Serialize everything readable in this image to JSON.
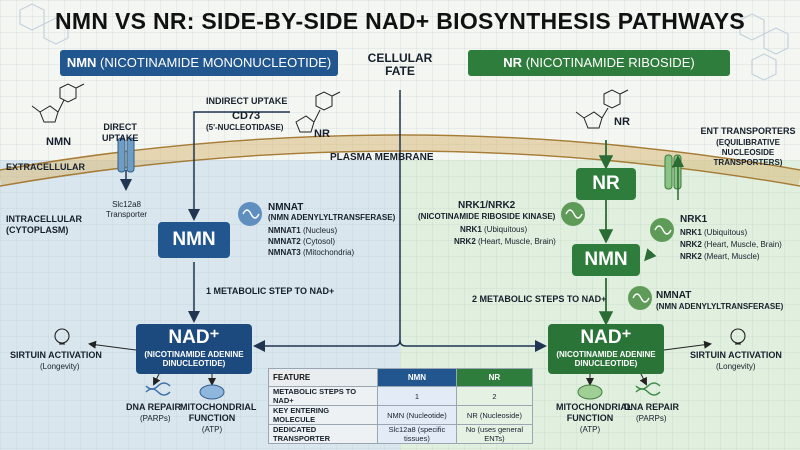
{
  "title": "NMN VS NR: SIDE-BY-SIDE NAD+ BIOSYNTHESIS PATHWAYS",
  "left_header": {
    "abbr": "NMN",
    "full": "(NICOTINAMIDE MONONUCLEOTIDE)"
  },
  "right_header": {
    "abbr": "NR",
    "full": "(NICOTINAMIDE RIBOSIDE)"
  },
  "center_label": "CELLULAR\nFATE",
  "membrane_label": "PLASMA MEMBRANE",
  "extracellular_label": "EXTRACELLULAR",
  "intracellular_label": "INTRACELLULAR\n(CYTOPLASM)",
  "nmn_molecule_label": "NMN",
  "nr_molecule_label_mid": "NR",
  "nr_molecule_label_right": "NR",
  "direct_uptake": "DIRECT\nUPTAKE",
  "slc_transporter": "Slc12a8\nTransporter",
  "indirect_uptake": "INDIRECT UPTAKE",
  "cd73": {
    "name": "CD73",
    "desc": "(5'-NUCLEOTIDASE)"
  },
  "ent_transporters": {
    "name": "ENT TRANSPORTERS",
    "desc": "(EQUILIBRATIVE\nNUCLEOSIDE\nTRANSPORTERS)"
  },
  "nmnat_left": {
    "name": "NMNAT",
    "desc": "(NMN ADENYLYLTRANSFERASE)",
    "items": [
      {
        "key": "NMNAT1",
        "val": "(Nucleus)"
      },
      {
        "key": "NMNAT2",
        "val": "(Cytosol)"
      },
      {
        "key": "NMNAT3",
        "val": "(Mitochondria)"
      }
    ]
  },
  "nmn_box_left": "NMN",
  "nr_box": "NR",
  "nmn_box_right": "NMN",
  "nrk_left": {
    "name": "NRK1/NRK2",
    "desc": "(NICOTINAMIDE RIBOSIDE KINASE)",
    "items": [
      {
        "key": "NRK1",
        "val": "(Ubiquitous)"
      },
      {
        "key": "NRK2",
        "val": "(Heart, Muscle, Brain)"
      }
    ]
  },
  "nrk_right": {
    "name": "NRK1",
    "items": [
      {
        "key": "NRK1",
        "val": "(Ubiquitous)"
      },
      {
        "key": "NRK2",
        "val": "(Heart, Muscle, Brain)"
      },
      {
        "key": "NRK2",
        "val": "(Meart, Muscle)"
      }
    ]
  },
  "step_left": "1 METABOLIC STEP TO NAD+",
  "step_right": "2 METABOLIC STEPS TO NAD+",
  "nmnat_right": {
    "name": "NMNAT",
    "desc": "(NMN ADENYLYLTRANSFERASE)"
  },
  "nad_box": {
    "name": "NAD⁺",
    "desc": "(NICOTINAMIDE ADENINE\nDINUCLEOTIDE)"
  },
  "sirtuin": {
    "name": "SIRTUIN ACTIVATION",
    "desc": "(Longevity)"
  },
  "dna_repair": {
    "name": "DNA REPAIR",
    "desc": "(PARPs)"
  },
  "mito": {
    "name": "MITOCHONDRIAL\nFUNCTION",
    "desc": "(ATP)"
  },
  "table": {
    "headers": [
      "FEATURE",
      "NMN",
      "NR"
    ],
    "rows": [
      [
        "METABOLIC STEPS TO NAD+",
        "1",
        "2"
      ],
      [
        "KEY ENTERING MOLECULE",
        "NMN (Nucleotide)",
        "NR (Nucleoside)"
      ],
      [
        "DEDICATED TRANSPORTER",
        "Slc12a8 (specific tissues)",
        "No (uses general ENTs)"
      ]
    ]
  },
  "colors": {
    "nmn_blue": "#22568e",
    "nr_green": "#2f7d3c",
    "membrane": "#c9a15a"
  }
}
